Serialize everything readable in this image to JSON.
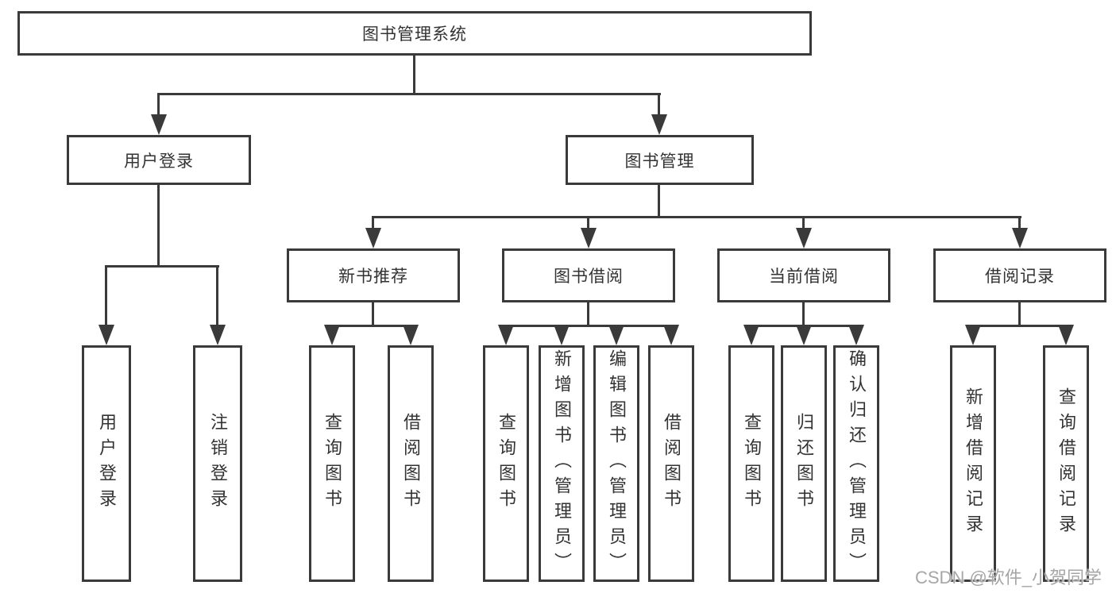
{
  "colors": {
    "line": "#3a3a3a",
    "text": "#333333",
    "watermark": "#a6a6a6",
    "background": "#ffffff"
  },
  "root": {
    "label": "图书管理系统"
  },
  "tree": {
    "user": {
      "label": "用户登录",
      "children": [
        {
          "label": "用户登录"
        },
        {
          "label": "注销登录"
        }
      ]
    },
    "mgmt": {
      "label": "图书管理",
      "groups": [
        {
          "label": "新书推荐",
          "children": [
            {
              "label": "查询图书"
            },
            {
              "label": "借阅图书"
            }
          ]
        },
        {
          "label": "图书借阅",
          "children": [
            {
              "label": "查询图书"
            },
            {
              "label": "新增图书（管理员）"
            },
            {
              "label": "编辑图书（管理员）"
            },
            {
              "label": "借阅图书"
            }
          ]
        },
        {
          "label": "当前借阅",
          "children": [
            {
              "label": "查询图书"
            },
            {
              "label": "归还图书"
            },
            {
              "label": "确认归还（管理员）"
            }
          ]
        },
        {
          "label": "借阅记录",
          "children": [
            {
              "label": "新增借阅记录"
            },
            {
              "label": "查询借阅记录"
            }
          ]
        }
      ]
    }
  },
  "watermark": {
    "text": "CSDN @软件_小贺同学"
  }
}
